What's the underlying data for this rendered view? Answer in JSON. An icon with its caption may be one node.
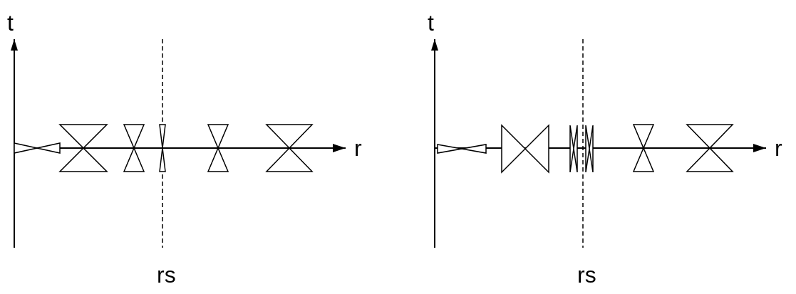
{
  "diagram": {
    "labels": [
      "t",
      "t",
      "r",
      "r",
      "rs",
      "rs"
    ]
  }
}
